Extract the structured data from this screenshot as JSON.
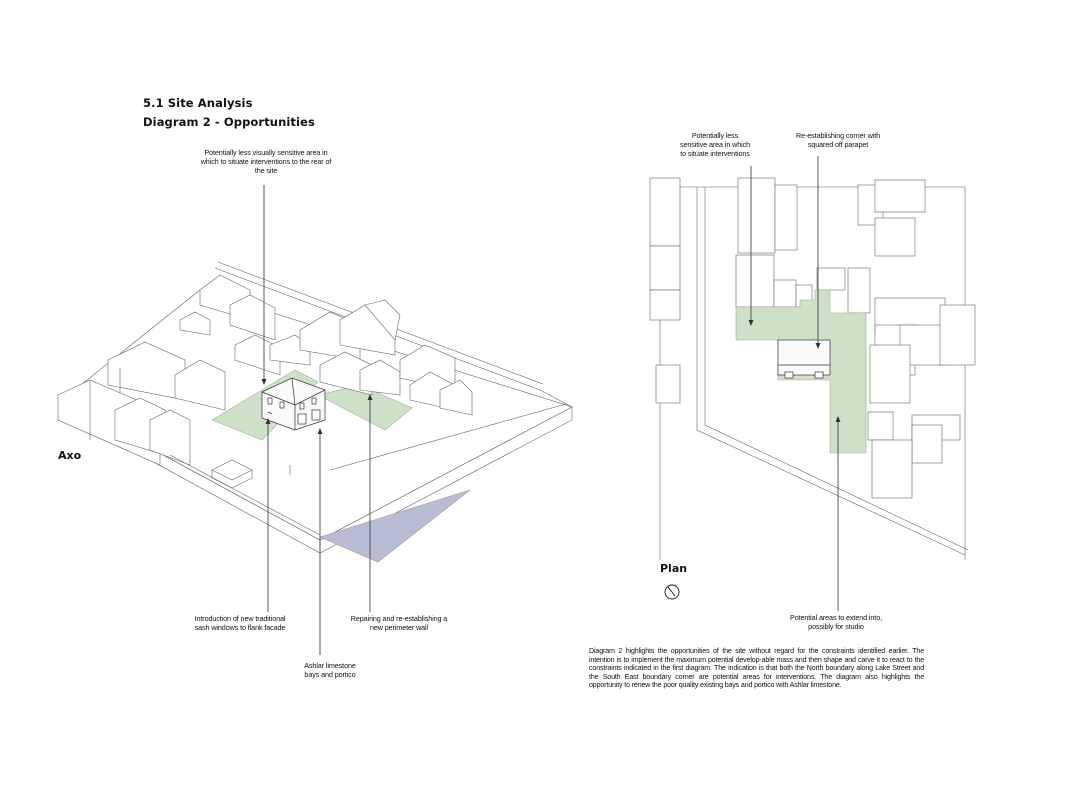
{
  "header": {
    "section": "5.1 Site Analysis",
    "subtitle": "Diagram 2 - Opportunities"
  },
  "axo": {
    "label": "Axo",
    "annotations": {
      "rear_area": "Potentially less visually sensitive area in which to situate interventions to the rear of the site",
      "sash_windows": "Introduction of new traditional sash windows to flank facade",
      "limestone": "Ashlar limestone bays and portico",
      "perimeter_wall": "Repairing and re-establishing a new perimeter wall"
    }
  },
  "plan": {
    "label": "Plan",
    "annotations": {
      "sensitive_area": "Potentially less sensitive area in which to situate interventions",
      "corner": "Re-establishing corner with squared off parapet",
      "extend": "Potential areas to extend into, possibly for studio"
    }
  },
  "description": "Diagram 2 highlights the opportunities of the site without regard for the constraints identified earlier. The intention is to implement the maximum potential develop-able mass and then shape and carve it to react to the constraints indicated in the first diagram. The indication is that both the North boundary along Lake Street and the South East boundary corner are potential areas for interventions. The diagram also highlights the opportunity to renew the poor quality existing bays and portico with Ashlar limestone.",
  "colors": {
    "opportunity_green": "#cfe0c9",
    "shadow_blue": "#b9bdd4",
    "line": "#555555"
  },
  "icons": [
    "north-arrow-icon"
  ]
}
